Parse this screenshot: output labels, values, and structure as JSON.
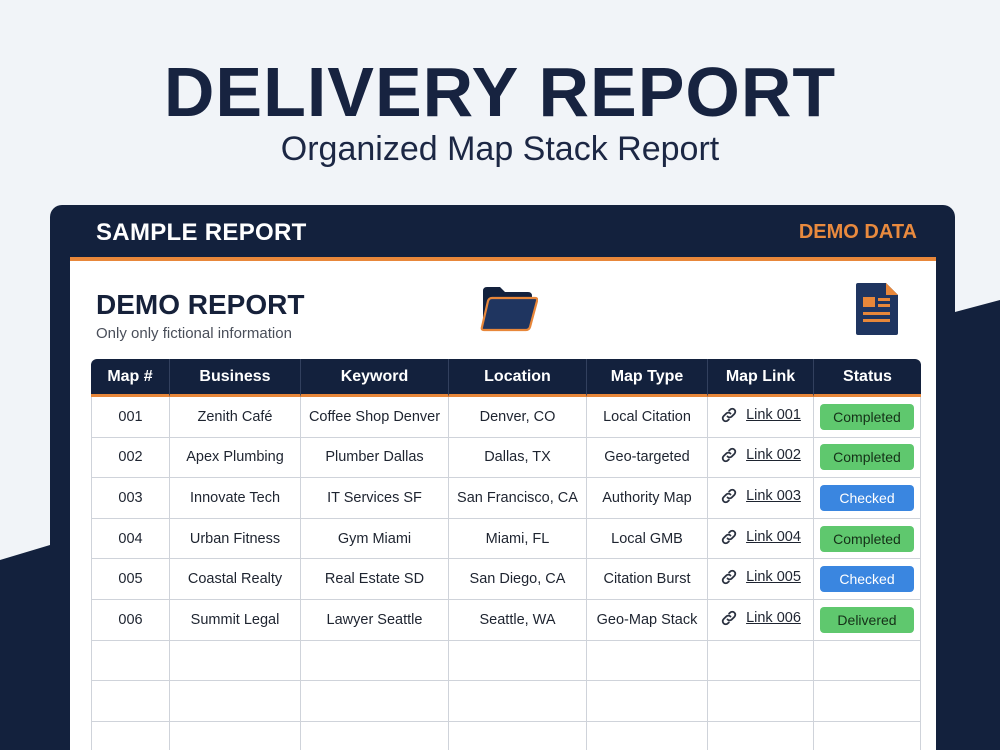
{
  "hero": {
    "title": "DELIVERY REPORT",
    "subtitle": "Organized Map Stack Report"
  },
  "card": {
    "header_title": "SAMPLE REPORT",
    "header_tag": "DEMO DATA",
    "report_title": "DEMO REPORT",
    "report_note": "Only only fictional information",
    "icons": [
      "folder-icon",
      "document-icon",
      "link-icon"
    ]
  },
  "table": {
    "columns": [
      "Map #",
      "Business",
      "Keyword",
      "Location",
      "Map Type",
      "Map Link",
      "Status"
    ],
    "rows": [
      {
        "num": "001",
        "business": "Zenith Café",
        "keyword": "Coffee Shop Denver",
        "location": "Denver, CO",
        "map_type": "Local Citation",
        "link": "Link 001",
        "status": "Completed"
      },
      {
        "num": "002",
        "business": "Apex Plumbing",
        "keyword": "Plumber Dallas",
        "location": "Dallas, TX",
        "map_type": "Geo-targeted",
        "link": "Link 002",
        "status": "Completed"
      },
      {
        "num": "003",
        "business": "Innovate Tech",
        "keyword": "IT Services SF",
        "location": "San Francisco, CA",
        "map_type": "Authority Map",
        "link": "Link 003",
        "status": "Checked"
      },
      {
        "num": "004",
        "business": "Urban Fitness",
        "keyword": "Gym Miami",
        "location": "Miami, FL",
        "map_type": "Local GMB",
        "link": "Link 004",
        "status": "Completed"
      },
      {
        "num": "005",
        "business": "Coastal Realty",
        "keyword": "Real Estate SD",
        "location": "San Diego, CA",
        "map_type": "Citation Burst",
        "link": "Link 005",
        "status": "Checked"
      },
      {
        "num": "006",
        "business": "Summit Legal",
        "keyword": "Lawyer Seattle",
        "location": "Seattle, WA",
        "map_type": "Geo-Map Stack",
        "link": "Link 006",
        "status": "Delivered"
      }
    ]
  },
  "colors": {
    "navy": "#13213d",
    "accent_orange": "#e8873a",
    "status_completed": "#5fc86e",
    "status_checked": "#3a86e0"
  }
}
